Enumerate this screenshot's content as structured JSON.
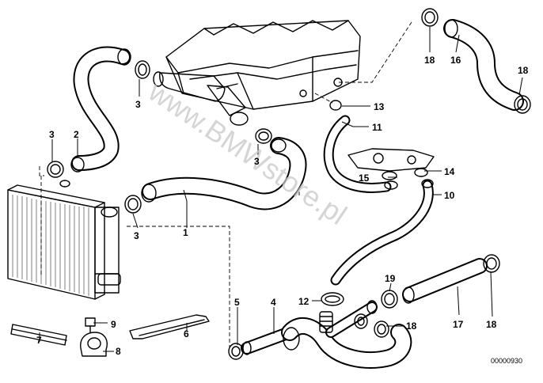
{
  "watermark": "www.BMWstore.pl",
  "document_number": "00000930",
  "callouts": {
    "c1": "1",
    "c2": "2",
    "c3a": "3",
    "c3b": "3",
    "c3c": "3",
    "c3d": "3",
    "c4": "4",
    "c5": "5",
    "c6": "6",
    "c7": "7",
    "c8": "8",
    "c9": "9",
    "c10": "10",
    "c11": "11",
    "c12": "12",
    "c13": "13",
    "c14": "14",
    "c15": "15",
    "c16": "16",
    "c17": "17",
    "c18a": "18",
    "c18b": "18",
    "c18c": "18",
    "c18d": "18",
    "c19": "19"
  }
}
